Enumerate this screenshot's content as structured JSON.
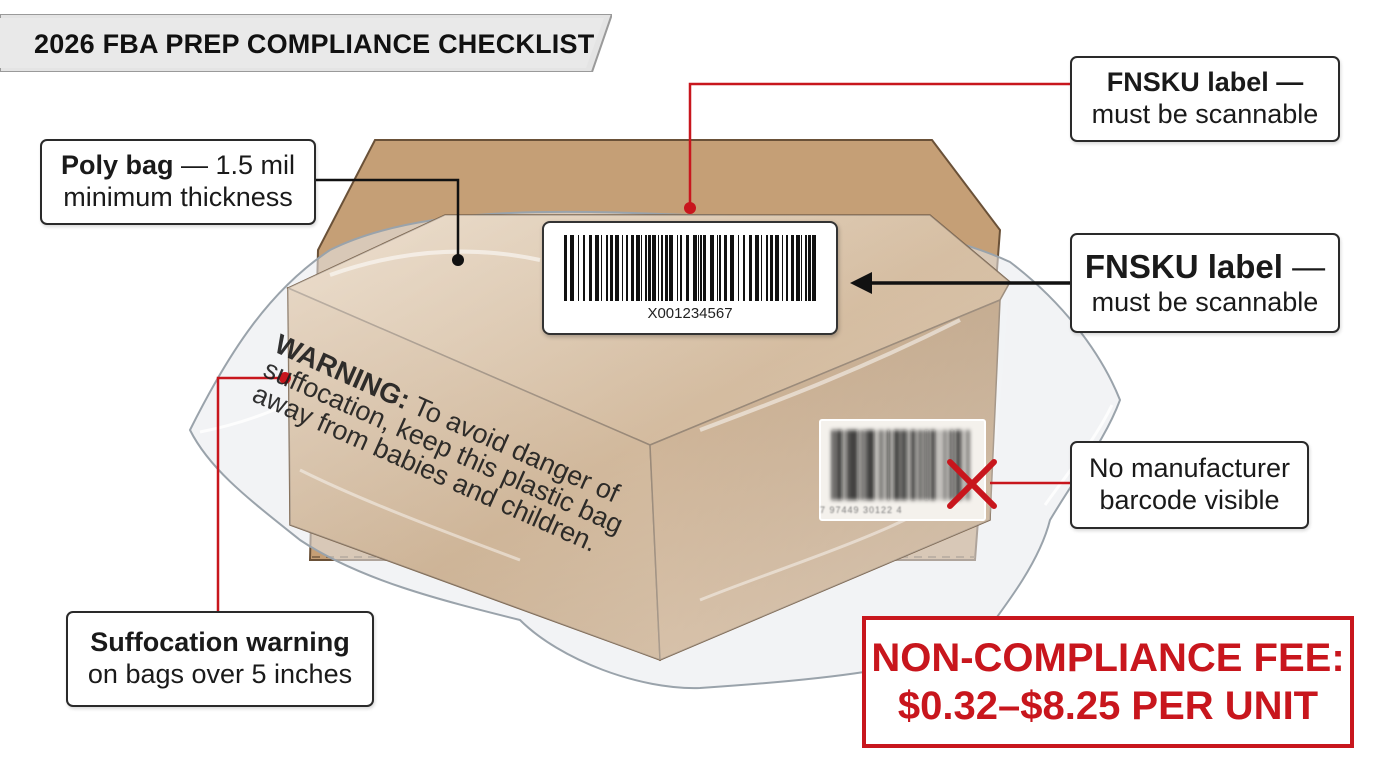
{
  "title": "2026 FBA PREP COMPLIANCE CHECKLIST",
  "callouts": {
    "poly_bag": {
      "bold": "Poly bag",
      "rest": " — 1.5 mil",
      "line2": "minimum thickness"
    },
    "fnsku_top": {
      "line1": "FNSKU label —",
      "line2": "must be scannable"
    },
    "fnsku_mid": {
      "bold": "FNSKU label",
      "rest": " —",
      "line2": "must be scannable"
    },
    "barcode": {
      "line1": "No manufacturer",
      "line2": "barcode visible"
    },
    "suffocation": {
      "line1": "Suffocation warning",
      "line2": "on bags over 5 inches"
    }
  },
  "fnsku_label": {
    "code": "X001234567"
  },
  "warning": {
    "bold": "WARNING:",
    "text": " To avoid danger of suffocation, keep this plastic bag away from babies and children."
  },
  "manufacturer_barcode": {
    "number": "7 97449 30122 4"
  },
  "fee": {
    "line1": "NON-COMPLIANCE FEE:",
    "line2": "$0.32–$8.25 PER UNIT"
  },
  "colors": {
    "accent_red": "#c8161d",
    "box_tan": "#c9a57c",
    "banner_gray": "#e4e4e4"
  },
  "icons": {
    "barcode_rejected": "x-mark-icon"
  }
}
